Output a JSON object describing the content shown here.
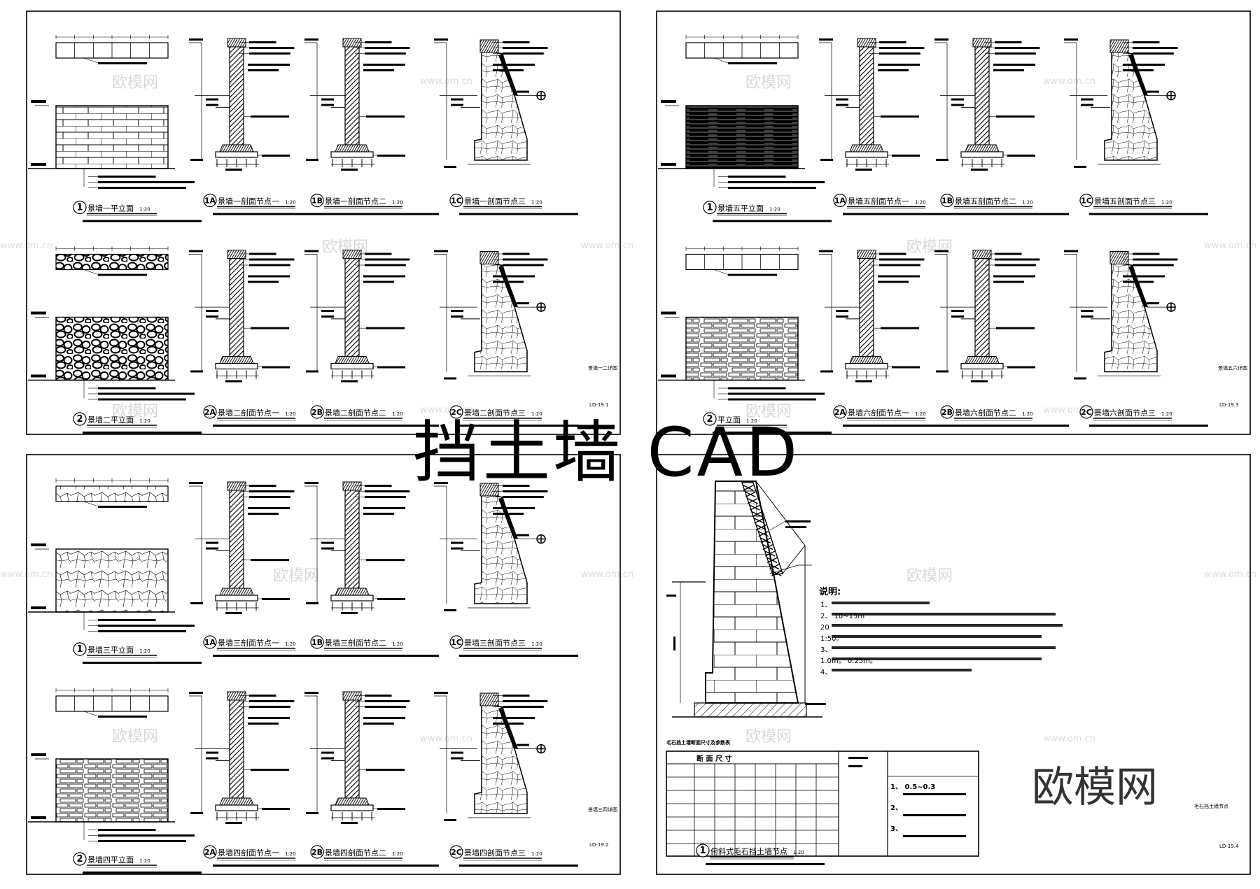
{
  "overlay": {
    "title": "挡土墙 CAD",
    "logo": "欧模网"
  },
  "sheets": [
    {
      "sheet_no": "LD-19.1",
      "side_label": "景墙一二详图",
      "rows": [
        [
          "景墙一平立面",
          "景墙一剖面节点一",
          "景墙一剖面节点二",
          "景墙一剖面节点三"
        ],
        [
          "景墙二平立面",
          "景墙二剖面节点一",
          "景墙二剖面节点二",
          "景墙二剖面节点三"
        ]
      ],
      "markers": [
        [
          "1",
          "1A",
          "1B",
          "1C"
        ],
        [
          "2",
          "2A",
          "2B",
          "2C"
        ]
      ]
    },
    {
      "sheet_no": "LD-19.3",
      "side_label": "景墙五六详图",
      "rows": [
        [
          "景墙五平立面",
          "景墙五剖面节点一",
          "景墙五剖面节点二",
          "景墙五剖面节点三"
        ],
        [
          "平立面",
          "景墙六剖面节点一",
          "景墙六剖面节点二",
          "景墙六剖面节点三"
        ]
      ],
      "markers": [
        [
          "1",
          "1A",
          "1B",
          "1C"
        ],
        [
          "2",
          "2A",
          "2B",
          "2C"
        ]
      ]
    },
    {
      "sheet_no": "LD-19.2",
      "side_label": "景墙三四详图",
      "rows": [
        [
          "景墙三平立面",
          "景墙三剖面节点一",
          "景墙三剖面节点二",
          "景墙三剖面节点三"
        ],
        [
          "景墙四平立面",
          "景墙四剖面节点一",
          "景墙四剖面节点二",
          "景墙四剖面节点三"
        ]
      ],
      "markers": [
        [
          "1",
          "1A",
          "1B",
          "1C"
        ],
        [
          "2",
          "2A",
          "2B",
          "2C"
        ]
      ]
    }
  ],
  "scale": "1:20",
  "sheet4": {
    "sheet_no": "LD-19.4",
    "side_label": "毛石挡土墙节点",
    "caption": "俯斜式毛石挡土墙节点",
    "marker": "1",
    "notes_title": "说明:",
    "notes": [
      "1、",
      "2、                                  10~15m",
      "                                   20",
      "                      1:50。",
      "3、",
      "      1.0m。                        0.25m。",
      "4、"
    ],
    "table_title": "毛石挡土墙断面尺寸及参数表",
    "table_header": "断     面     尺     寸",
    "table_notes": [
      "1、        0.5~0.3",
      "2、",
      "3、"
    ]
  },
  "watermarks": {
    "cn": "欧模网",
    "url": "www.om.cn"
  }
}
